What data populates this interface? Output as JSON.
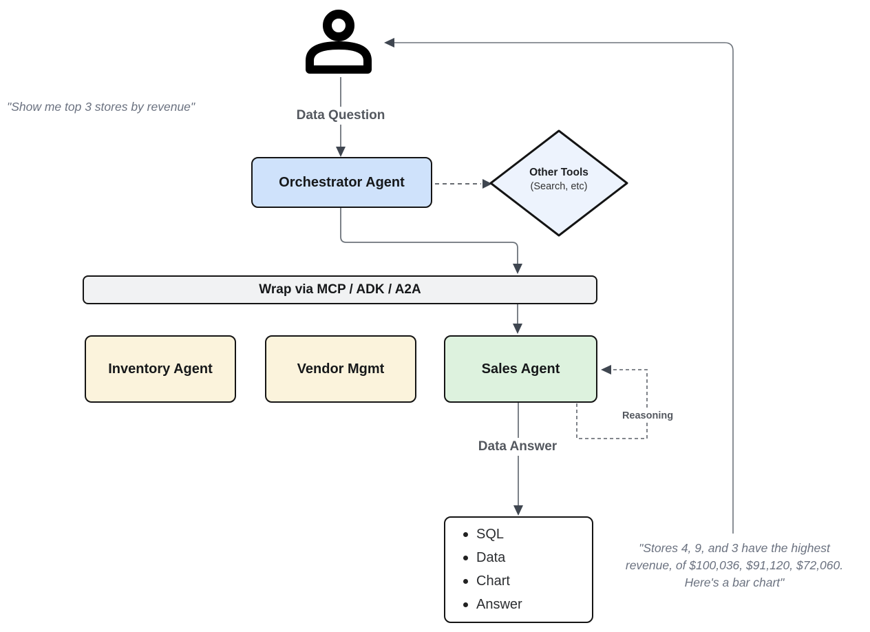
{
  "diagram_title": "Multi-agent data question orchestration flow",
  "colors": {
    "orchestrator_fill": "#cfe2fb",
    "other_tools_fill": "#edf3fd",
    "wrap_bar_fill": "#f1f2f3",
    "worker_fill": "#fbf3dc",
    "sales_fill": "#ddf2de",
    "output_fill": "#ffffff",
    "line": "#6d737b",
    "arrowhead": "#3f4650",
    "flow_label_text": "#54585f",
    "quote_text": "#6b7280",
    "node_text": "#16181a"
  },
  "quotes": {
    "left": "\"Show me top 3 stores by revenue\"",
    "right": "\"Stores 4, 9, and 3 have the highest\nrevenue, of $100,036, $91,120, $72,060.\nHere's a bar chart\""
  },
  "labels": {
    "data_question": "Data Question",
    "data_answer": "Data Answer",
    "reasoning": "Reasoning"
  },
  "nodes": {
    "orchestrator": {
      "label": "Orchestrator Agent"
    },
    "other_tools": {
      "title": "Other Tools",
      "subtitle": "(Search, etc)"
    },
    "wrap_bar": {
      "label": "Wrap via MCP / ADK / A2A"
    },
    "inventory": {
      "label": "Inventory Agent"
    },
    "vendor": {
      "label": "Vendor Mgmt"
    },
    "sales": {
      "label": "Sales Agent"
    },
    "output": {
      "items": [
        "SQL",
        "Data",
        "Chart",
        "Answer"
      ]
    }
  }
}
